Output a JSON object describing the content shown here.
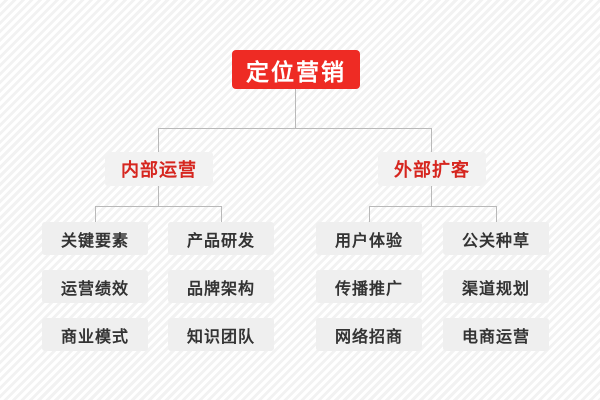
{
  "diagram": {
    "title": "定位营销",
    "type": "organization-tree",
    "colors": {
      "root_bg": "#ee2b24",
      "root_text": "#ffffff",
      "branch_bg": "#f2f2f2",
      "branch_text": "#d6261f",
      "leaf_bg": "#efefef",
      "leaf_text": "#333333",
      "connector": "#b9b9b9",
      "background": "#ffffff"
    },
    "root": {
      "label": "定位营销"
    },
    "branches": [
      {
        "label": "内部运营",
        "leaves": [
          "关键要素",
          "产品研发",
          "运营绩效",
          "品牌架构",
          "商业模式",
          "知识团队"
        ]
      },
      {
        "label": "外部扩客",
        "leaves": [
          "用户体验",
          "公关种草",
          "传播推广",
          "渠道规划",
          "网络招商",
          "电商运营"
        ]
      }
    ]
  }
}
